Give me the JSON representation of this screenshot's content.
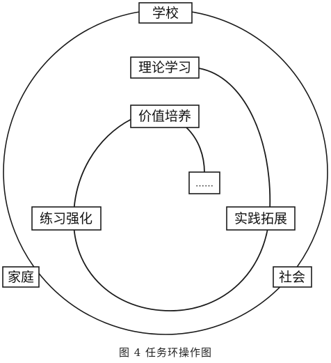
{
  "diagram": {
    "outer_label": "学校",
    "nodes": {
      "theory": "理论学习",
      "value": "价值培养",
      "ellipsis": "……",
      "reinforce": "练习强化",
      "expand": "实践拓展",
      "family": "家庭",
      "society": "社会"
    },
    "caption": "图 4 任务环操作图",
    "colors": {
      "line": "#1a1a1a",
      "box_fill": "#ffffff"
    }
  }
}
